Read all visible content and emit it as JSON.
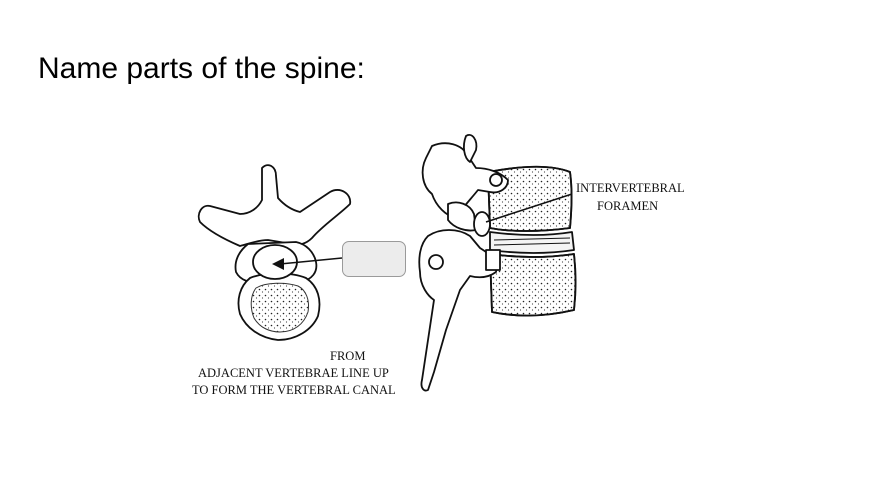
{
  "slide": {
    "title": "Name parts of the spine:"
  },
  "diagram": {
    "left_caption": {
      "line1": "FROM",
      "line2": "ADJACENT VERTEBRAE LINE UP",
      "line3": "TO FORM THE VERTEBRAL CANAL"
    },
    "right_label": {
      "line1": "INTERVERTEBRAL",
      "line2": "FORAMEN"
    },
    "answer_box": {
      "value": ""
    }
  },
  "colors": {
    "ink": "#111111",
    "box_fill": "#ececec",
    "box_border": "#9a9a9a"
  }
}
